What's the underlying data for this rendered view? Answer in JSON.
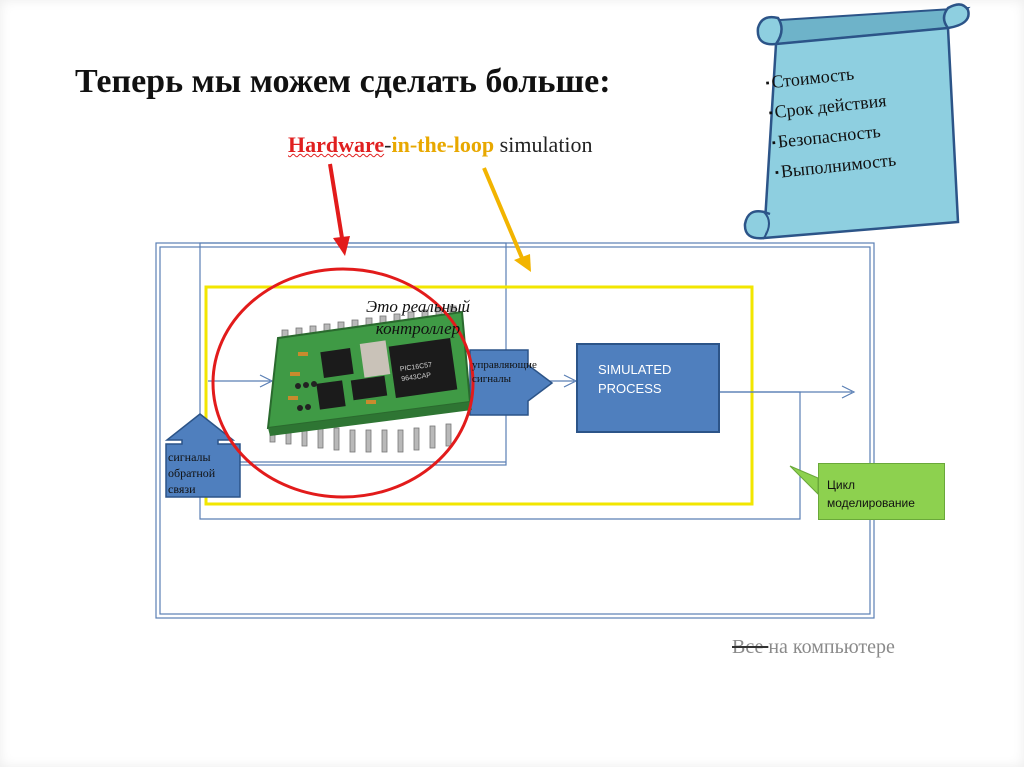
{
  "slide": {
    "title": "Теперь мы можем сделать больше:",
    "subtitle": {
      "hardware": "Hardware",
      "dash": "-",
      "in_the_loop": "in-the-loop",
      "simulation": " simulation"
    },
    "scroll": {
      "items": [
        "Стоимость",
        "Срок действия",
        "Безопасность",
        "Выполнимость"
      ],
      "fill_color": "#8ecfe0"
    },
    "diagram": {
      "real_controller_label": "Это реальный контроллер",
      "control_signals_label": "управляющие сигналы",
      "feedback_signals_label": "сигналы обратной связи",
      "simulated_process": [
        "SIMULATED",
        "PROCESS"
      ],
      "cycle_label": [
        "Цикл",
        "моделирование"
      ],
      "colors": {
        "block_blue": "#4f7fbe",
        "yellow_frame": "#f2e600",
        "red_circle": "#e21b1b",
        "orange_arrow": "#f2b400",
        "green_box": "#8dd14f"
      }
    },
    "footer": {
      "strike_word": "Все ",
      "rest": "на компьютере"
    }
  }
}
